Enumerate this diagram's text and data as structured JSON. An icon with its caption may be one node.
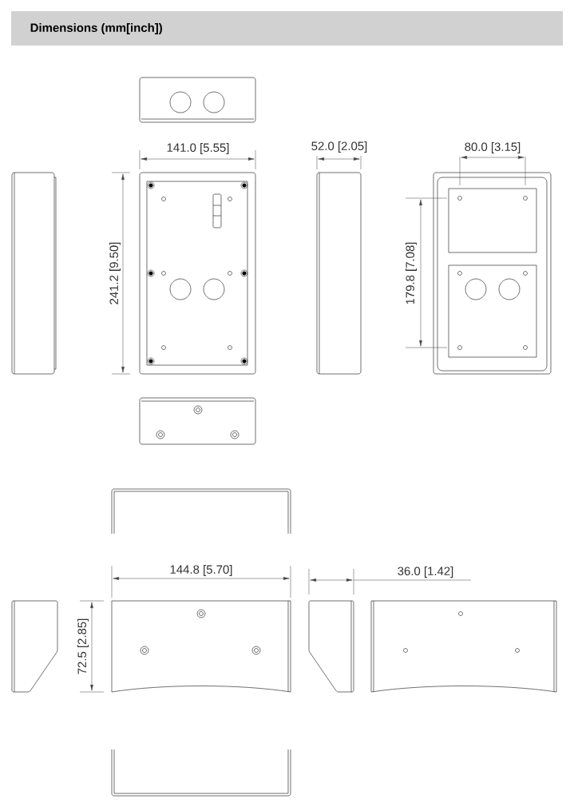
{
  "diagram": {
    "title": "Dimensions (mm[inch])",
    "labels": [
      "141.0  [5.55]",
      "52.0  [2.05]",
      "80.0  [3.15]",
      "241.2  [9.50]",
      "179.8  [7.08]",
      "144.8  [5.70]",
      "36.0  [1.42]",
      "72.5  [2.85]"
    ]
  }
}
